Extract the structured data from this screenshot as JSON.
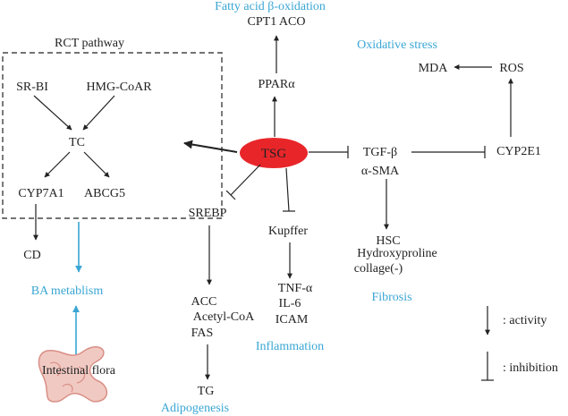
{
  "colors": {
    "node_fill": "#e8262a",
    "category_text": "#3aa6d4",
    "text": "#222222",
    "line": "#222222",
    "flow_arrow": "#3aa6d4",
    "flora_fill": "#f1c9c3",
    "flora_stroke": "#d98f86"
  },
  "center": {
    "label": "TSG"
  },
  "rct": {
    "title": "RCT pathway",
    "srbi": "SR-BI",
    "hmgcoar": "HMG-CoAR",
    "tc": "TC",
    "cyp7a1": "CYP7A1",
    "abcg5": "ABCG5"
  },
  "cd": "CD",
  "ba_metabolism": "BA metablism",
  "intestinal_flora": "Intestinal flora",
  "fatty_acid": {
    "category": "Fatty acid β-oxidation",
    "targets": "CPT1 ACO",
    "ppara": "PPARα"
  },
  "oxidative": {
    "category": "Oxidative stress",
    "mda": "MDA",
    "ros": "ROS",
    "cyp2e1": "CYP2E1"
  },
  "fibrosis": {
    "tgfb": "TGF-β",
    "asma": "α-SMA",
    "hsc": "HSC",
    "hydroxyproline": "Hydroxyproline",
    "collage": "collage(-)",
    "category": "Fibrosis"
  },
  "adipogenesis": {
    "srebp": "SREBP",
    "acc": "ACC",
    "acetyl_coa": "Acetyl-CoA",
    "fas": "FAS",
    "tg": "TG",
    "category": "Adipogenesis"
  },
  "inflammation": {
    "kupffer": "Kupffer",
    "tnfa": "TNF-α",
    "il6": "IL-6",
    "icam": "ICAM",
    "category": "Inflammation"
  },
  "legend": {
    "activity": ": activity",
    "inhibition": ": inhibition"
  }
}
